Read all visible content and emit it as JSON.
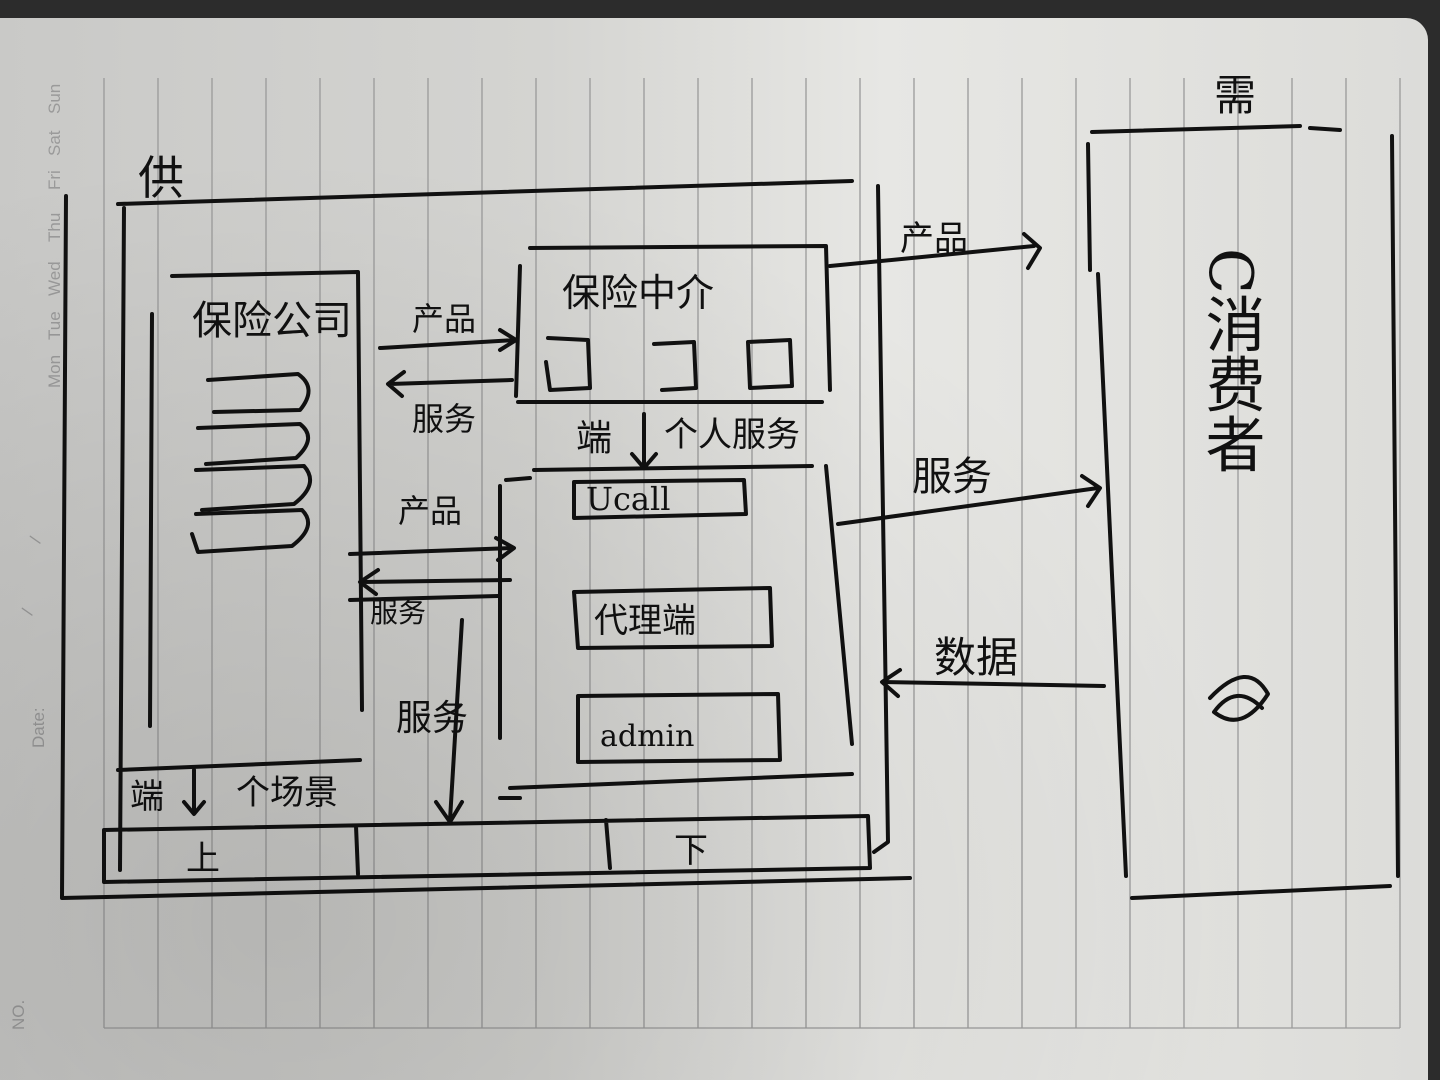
{
  "page_header": {
    "days": [
      "Mon",
      "Tue",
      "Wed",
      "Thu",
      "Fri",
      "Sat",
      "Sun"
    ],
    "date_label": "Date:",
    "date_sep": "/",
    "no_label": "NO."
  },
  "supply": {
    "label": "供",
    "insurer": {
      "title": "保险公司"
    },
    "broker": {
      "title": "保险中介",
      "pipeline_label": "端",
      "personal_service_label": "个人服务",
      "apps": [
        "Ucall",
        "代理端",
        "admin"
      ]
    },
    "market_row": {
      "end_label": "端",
      "market_label": "个场景",
      "cells": [
        "上",
        "",
        "下"
      ]
    }
  },
  "demand": {
    "label": "需",
    "consumer_title": "C消费者"
  },
  "flows": {
    "insurer_to_broker_top": "产品",
    "broker_to_insurer_top": "服务",
    "insurer_to_broker_mid": "产品",
    "broker_to_insurer_mid": "服务",
    "down_to_market": "服务",
    "broker_to_consumer_product": "产品",
    "broker_to_consumer_service": "服务",
    "consumer_to_broker_data": "数据"
  }
}
